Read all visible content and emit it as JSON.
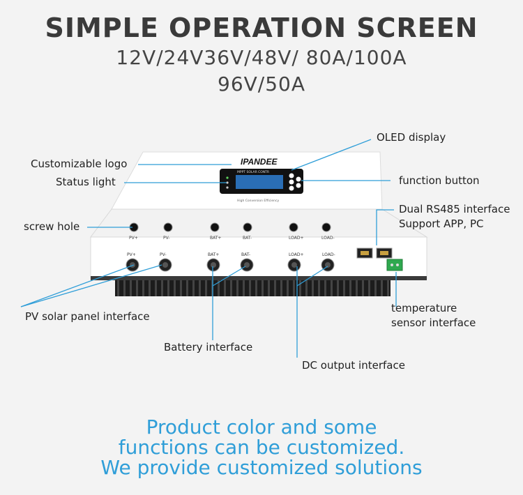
{
  "header": {
    "title": "SIMPLE OPERATION SCREEN",
    "spec_line1": "12V/24V36V/48V/  80A/100A",
    "spec_line2": "96V/50A"
  },
  "device": {
    "brand": "IPANDEE",
    "screen_caption_top": "MPPT SOLAR CONTR",
    "screen_caption_bottom": "High Conversion Efficiency",
    "top_port_labels": [
      "PV+",
      "PV-",
      "BAT+",
      "BAT-",
      "LOAD+",
      "LOAD-"
    ],
    "bottom_port_labels": [
      "PV+",
      "PV-",
      "BAT+",
      "BAT-",
      "LOAD+",
      "LOAD-"
    ]
  },
  "callouts": {
    "customizable_logo": "Customizable logo",
    "status_light": "Status light",
    "oled_display": "OLED display",
    "function_button": "function button",
    "rs485_line1": "Dual RS485 interface",
    "rs485_line2": "Support APP, PC",
    "screw_hole": "screw hole",
    "pv_interface": "PV solar panel interface",
    "battery_interface": "Battery interface",
    "dc_output": "DC output interface",
    "temp_line1": "temperature",
    "temp_line2": "sensor interface"
  },
  "footer": {
    "line1": "Product color and some",
    "line2": "functions can be customized.",
    "line3": "We provide customized solutions"
  },
  "colors": {
    "callout_line": "#2f9ed8",
    "footer_text": "#2f9ed8",
    "heatsink": "#1c1c1c",
    "body": "#ffffff"
  }
}
